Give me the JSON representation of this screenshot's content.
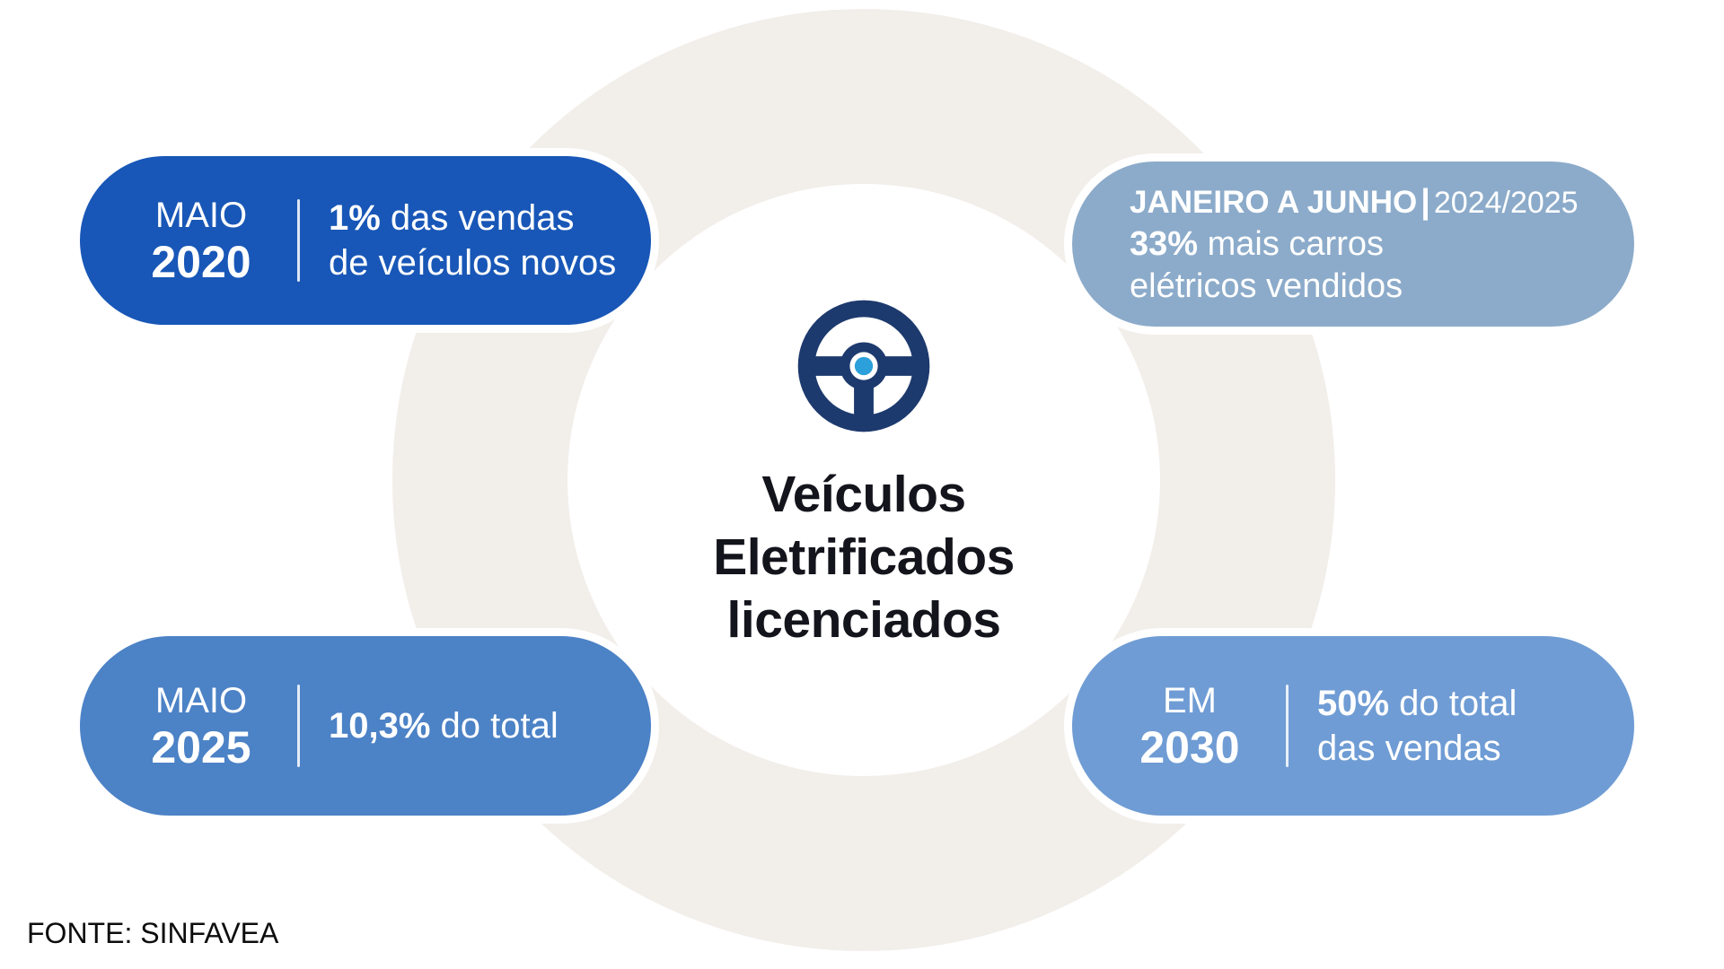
{
  "colors": {
    "background": "#ffffff",
    "ring": "#f2eeea",
    "card_maio2020": "#1857b7",
    "card_jan_junho": "#8cabca",
    "card_maio2025": "#4c82c6",
    "card_em2030": "#6f9cd4",
    "card_text": "#ffffff",
    "icon_navy": "#1d3a6e",
    "icon_blue_dot": "#2ba0da",
    "title_text": "#14141c"
  },
  "center": {
    "icon": "steering-wheel-icon",
    "title_line1": "Veículos",
    "title_line2": "Eletrificados",
    "title_line3": "licenciados"
  },
  "cards": {
    "maio2020": {
      "month": "MAIO",
      "year": "2020",
      "highlight": "1%",
      "text_after": " das vendas",
      "text_line2": "de veículos novos"
    },
    "jan_junho": {
      "title": "JANEIRO A JUNHO",
      "separator": "|",
      "period": "2024/2025",
      "highlight": "33%",
      "text_after": " mais carros",
      "text_line2": "elétricos vendidos"
    },
    "maio2025": {
      "month": "MAIO",
      "year": "2025",
      "highlight": "10,3%",
      "text_after": " do total"
    },
    "em2030": {
      "label": "EM",
      "year": "2030",
      "highlight": "50%",
      "text_after": " do total",
      "text_line2": "das vendas"
    }
  },
  "footer": {
    "source": "FONTE: SINFAVEA"
  }
}
